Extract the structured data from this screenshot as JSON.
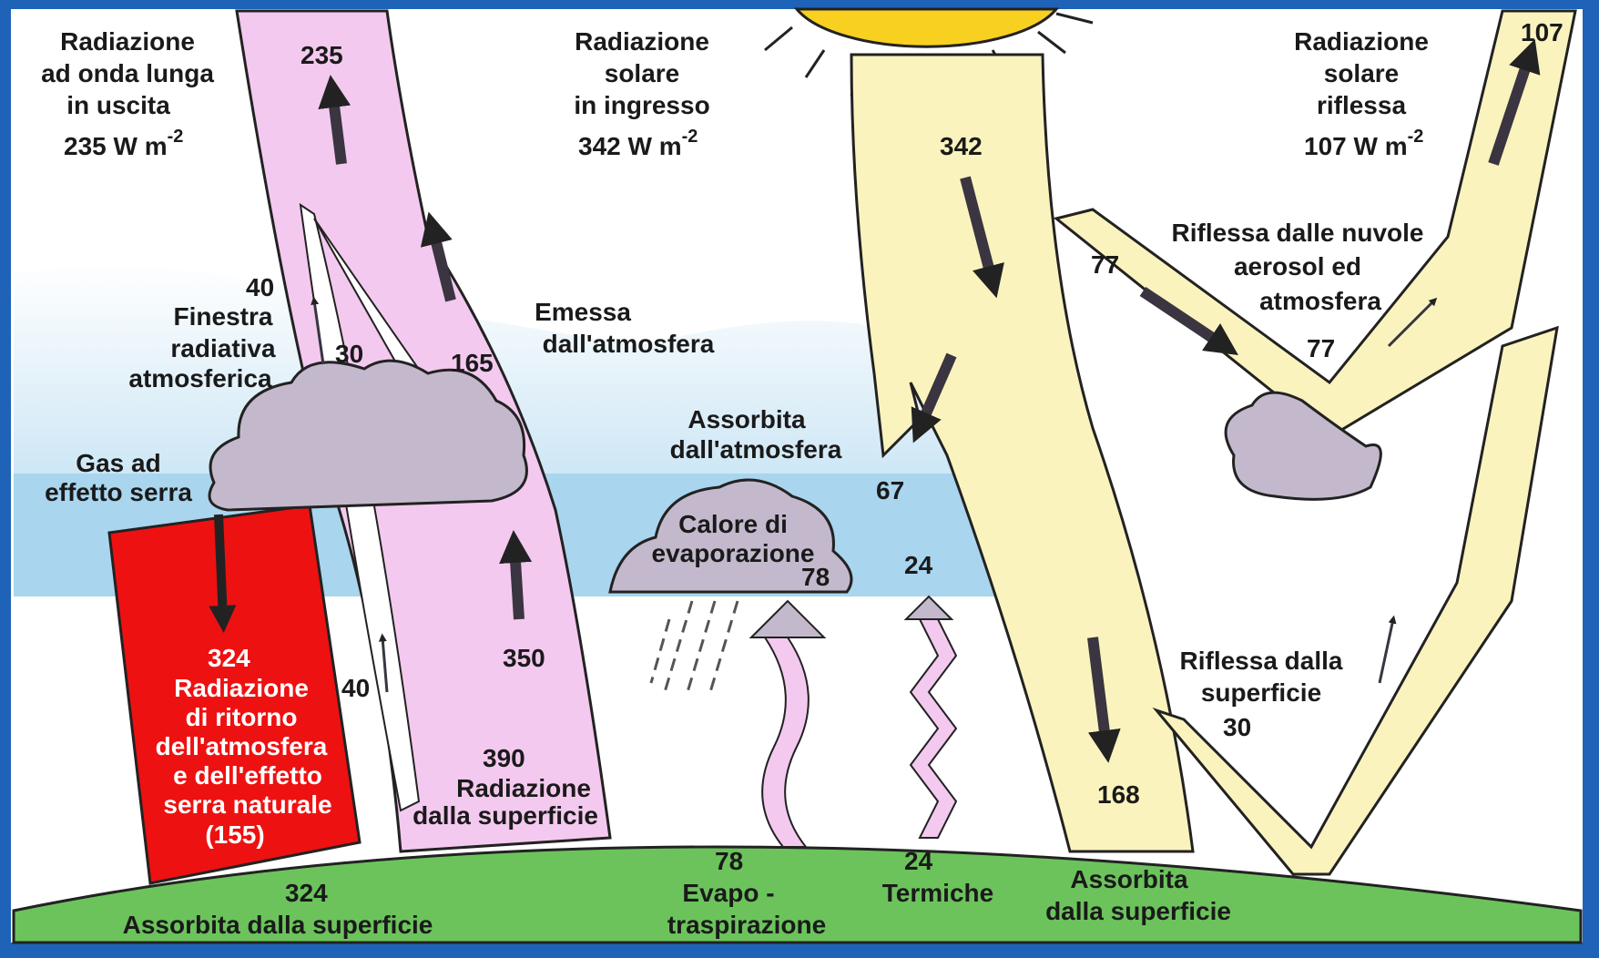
{
  "outgoing_longwave": {
    "line1": "Radiazione",
    "line2": "ad onda lunga",
    "line3": "in uscita",
    "value": "235 W m",
    "exp": "-2"
  },
  "incoming_solar": {
    "line1": "Radiazione",
    "line2": "solare",
    "line3": "in ingresso",
    "value": "342  W m",
    "exp": "-2"
  },
  "reflected_solar": {
    "line1": "Radiazione",
    "line2": "solare",
    "line3": "riflessa",
    "value": "107 W m",
    "exp": "-2"
  },
  "numbers": {
    "n235": "235",
    "n107": "107",
    "n342": "342",
    "n77a": "77",
    "n77b": "77",
    "n40a": "40",
    "n40b": "40",
    "n30a": "30",
    "n30b": "30",
    "n165": "165",
    "n350": "350",
    "n390": "390",
    "n67": "67",
    "n24a": "24",
    "n24b": "24",
    "n78a": "78",
    "n78b": "78",
    "n168": "168",
    "n324a": "324",
    "n324b": "324"
  },
  "labels": {
    "finestra": [
      "Finestra",
      "radiativa",
      "atmosferica"
    ],
    "gas": [
      "Gas ad",
      "effetto serra"
    ],
    "emessa": [
      "Emessa",
      "dall'atmosfera"
    ],
    "assorbita_atm": [
      "Assorbita",
      "dall'atmosfera"
    ],
    "calore": [
      "Calore di",
      "evaporazione"
    ],
    "riflessa_nuvole": [
      "Riflessa dalle nuvole",
      "aerosol ed",
      "atmosfera"
    ],
    "riflessa_sup": [
      "Riflessa dalla",
      "superficie"
    ],
    "radiazione_sup": [
      "Radiazione",
      "dalla superficie"
    ],
    "back_radiation": [
      "Radiazione",
      "di ritorno",
      "dell'atmosfera",
      "e dell'effetto",
      "serra naturale",
      "(155)"
    ],
    "assorbita_sup_left": "Assorbita dalla superficie",
    "evapo": [
      "Evapo -",
      "traspirazione"
    ],
    "termiche": "Termiche",
    "assorbita_sup_right": [
      "Assorbita",
      "dalla superficie"
    ]
  },
  "colors": {
    "pink": "#f4c9ef",
    "yellow": "#fbf3be",
    "red": "#ee1111",
    "green": "#6cc35c",
    "sky": "#aed8ee",
    "cloud": "#c4b9cc",
    "arrow": "#1a1a1a"
  }
}
